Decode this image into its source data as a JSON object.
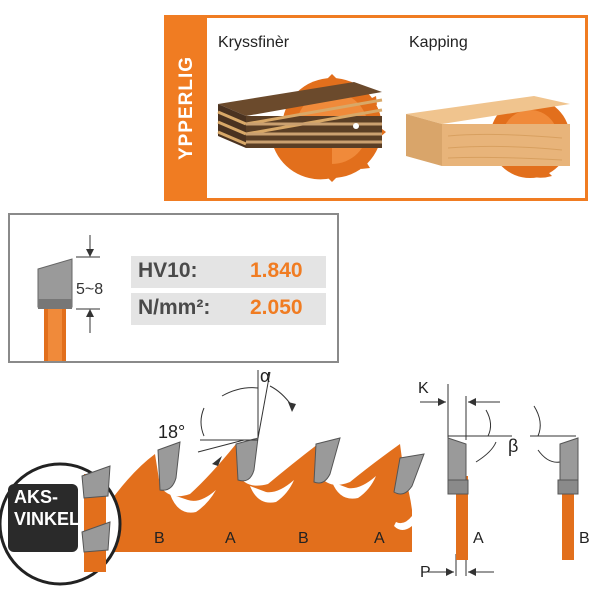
{
  "ypperlig": {
    "badge": "YPPERLIG",
    "uses": [
      "Kryssfinèr",
      "Kapping"
    ]
  },
  "hardness": {
    "tooth_height": "5~8",
    "rows": [
      {
        "label": "HV10:",
        "value": "1.840"
      },
      {
        "label": "N/mm²:",
        "value": "2.050"
      }
    ]
  },
  "geometry": {
    "hook_angle": "α",
    "bevel_angle": "18°",
    "clearance_angle": "β",
    "kerf_symbol": "K",
    "plate_symbol": "P",
    "tooth_pattern": [
      "B",
      "A",
      "B",
      "A"
    ],
    "profile_a": "A",
    "profile_b": "B",
    "badge_line1": "AKS-",
    "badge_line2": "VINKEL"
  },
  "colors": {
    "accent": "#f07c22",
    "carbide": "#9a9a9a",
    "panel_border": "#8a8a8a"
  }
}
